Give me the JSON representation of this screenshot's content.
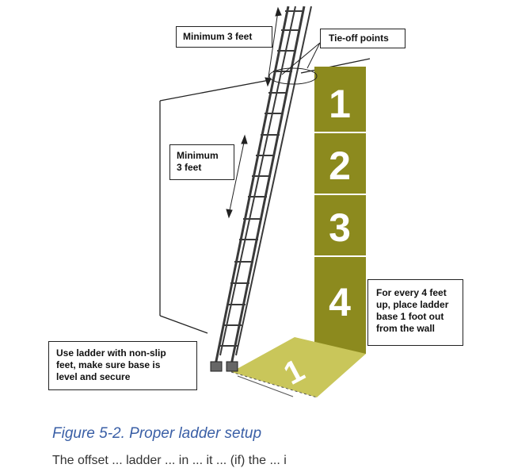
{
  "figure": {
    "callouts": {
      "minimum_top": "Minimum 3 feet",
      "tie_off": "Tie-off points",
      "minimum_mid_line1": "Minimum",
      "minimum_mid_line2": "3 feet",
      "ratio_line1": "For every 4 feet",
      "ratio_line2": "up, place ladder",
      "ratio_line3": "base 1 foot out",
      "ratio_line4": "from the wall",
      "base_line1": "Use ladder with non-slip",
      "base_line2": "feet, make sure base is",
      "base_line3": "level and secure"
    },
    "wall_segments": [
      "1",
      "2",
      "3",
      "4"
    ],
    "floor_segment": "1",
    "colors": {
      "segment_fill": "#8c8a1e",
      "floor_fill": "#c9c65a",
      "ladder_stroke": "#3a3a3a",
      "caption": "#3a5fa6"
    }
  },
  "caption": "Figure 5-2. Proper ladder setup",
  "body_text": "The offset ... ladder ... in ... it ... (if) the ... i"
}
